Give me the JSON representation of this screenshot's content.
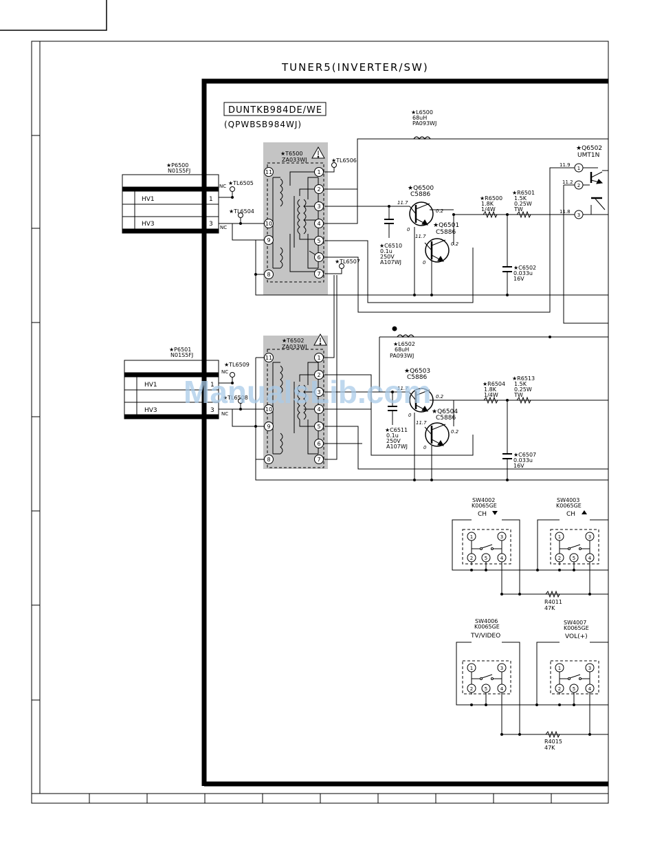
{
  "title": "TUNER5(INVERTER/SW)",
  "board": {
    "name": "DUNTKB984DE/WE",
    "part": "(QPWBSB984WJ)"
  },
  "watermark": "ManualsLib.com",
  "connectors": [
    {
      "ref": "★P6500",
      "part": "N01S5FJ",
      "hv1": "HV1",
      "hv3": "HV3",
      "pin1": "1",
      "pin3": "3"
    },
    {
      "ref": "★P6501",
      "part": "N01S5FJ",
      "hv1": "HV1",
      "hv3": "HV3",
      "pin1": "1",
      "pin3": "3"
    }
  ],
  "test_points": [
    "★TL6505",
    "★TL6504",
    "★TL6506",
    "★TL6507",
    "★TL6509",
    "★TL6508"
  ],
  "nc": "NC",
  "transformers": [
    {
      "ref": "★T6500",
      "part": "ZA033WJ"
    },
    {
      "ref": "★T6502",
      "part": "ZA033WJ"
    }
  ],
  "pin_numbers": {
    "left": [
      "11",
      "10",
      "9",
      "8"
    ],
    "right": [
      "1",
      "2",
      "3",
      "4",
      "5",
      "6",
      "7"
    ]
  },
  "inductors": [
    {
      "ref": "★L6500",
      "value": "68uH",
      "part": "PA093WJ"
    },
    {
      "ref": "★L6502",
      "value": "68uH",
      "part": "PA093WJ"
    }
  ],
  "transistors": [
    {
      "ref": "★Q6500",
      "part": "C5886",
      "vb": "11.7",
      "vc": "0.2",
      "ve": "0"
    },
    {
      "ref": "★Q6501",
      "part": "C5886",
      "vb": "11.7",
      "vc": "0.2",
      "ve": "0"
    },
    {
      "ref": "★Q6503",
      "part": "C5886",
      "vb": "11.7",
      "vc": "0.2",
      "ve": "0"
    },
    {
      "ref": "★Q6504",
      "part": "C5886",
      "vb": "11.7",
      "vc": "0.2",
      "ve": "0"
    }
  ],
  "q6502": {
    "ref": "★Q6502",
    "part": "UMT1N",
    "v1": "11.9",
    "v2": "11.2",
    "v3": "11.8",
    "pins": [
      "1",
      "2",
      "3"
    ]
  },
  "resistors": [
    {
      "ref": "★R6500",
      "value": "1.8K",
      "rating": "1/4W"
    },
    {
      "ref": "★R6501",
      "value": "1.5K",
      "rating": "0.25W",
      "type": "TW"
    },
    {
      "ref": "★R6504",
      "value": "1.8K",
      "rating": "1/4W"
    },
    {
      "ref": "★R6513",
      "value": "1.5K",
      "rating": "0.25W",
      "type": "TW"
    }
  ],
  "capacitors": [
    {
      "ref": "★C6510",
      "value": "0.1u",
      "voltage": "250V",
      "part": "A107WJ"
    },
    {
      "ref": "★C6502",
      "value": "0.033u",
      "voltage": "16V"
    },
    {
      "ref": "★C6511",
      "value": "0.1u",
      "voltage": "250V",
      "part": "A107WJ"
    },
    {
      "ref": "★C6507",
      "value": "0.033u",
      "voltage": "16V"
    }
  ],
  "switches": [
    {
      "ref": "SW4002",
      "part": "K0065GE",
      "label": "CH",
      "arrow": "down"
    },
    {
      "ref": "SW4003",
      "part": "K0065GE",
      "label": "CH",
      "arrow": "up"
    },
    {
      "ref": "SW4006",
      "part": "K0065GE",
      "label": "TV/VIDEO",
      "arrow": ""
    },
    {
      "ref": "SW4007",
      "part": "K0065GE",
      "label": "VOL(+)",
      "arrow": ""
    }
  ],
  "switch_pins": [
    "1",
    "3",
    "2",
    "5",
    "4"
  ],
  "sw_resistors": [
    {
      "ref": "R4011",
      "value": "47K"
    },
    {
      "ref": "R4015",
      "value": "47K"
    }
  ]
}
